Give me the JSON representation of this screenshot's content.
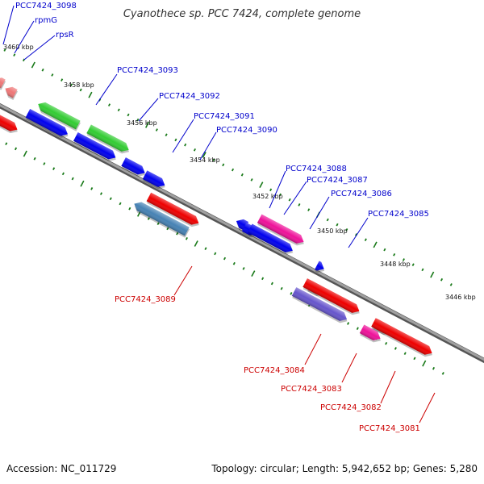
{
  "title": "Cyanothece sp. PCC 7424, complete genome",
  "footer": {
    "accession": "Accession: NC_011729",
    "summary": "Topology: circular; Length: 5,942,652 bp; Genes: 5,280"
  },
  "ticks": [
    "3460 kbp",
    "3458 kbp",
    "3456 kbp",
    "3454 kbp",
    "3452 kbp",
    "3450 kbp",
    "3448 kbp",
    "3446 kbp"
  ],
  "labels_top": [
    "PCC7424_3098",
    "rpmG",
    "rpsR",
    "PCC7424_3093",
    "PCC7424_3092",
    "PCC7424_3091",
    "PCC7424_3090",
    "PCC7424_3088",
    "PCC7424_3087",
    "PCC7424_3086",
    "PCC7424_3085"
  ],
  "labels_bottom": [
    "PCC7424_3089",
    "PCC7424_3084",
    "PCC7424_3083",
    "PCC7424_3082",
    "PCC7424_3081"
  ],
  "colors": {
    "blue": "#0000ee",
    "green": "#33cc33",
    "red": "#ee0000",
    "pink": "#ee1199",
    "steel": "#4682b4",
    "purple": "#6655cc",
    "salmon": "#ee7777",
    "tick": "#1a7a1a",
    "backbone": "#888888",
    "label_top": "#0000cc",
    "label_bottom": "#cc0000"
  }
}
